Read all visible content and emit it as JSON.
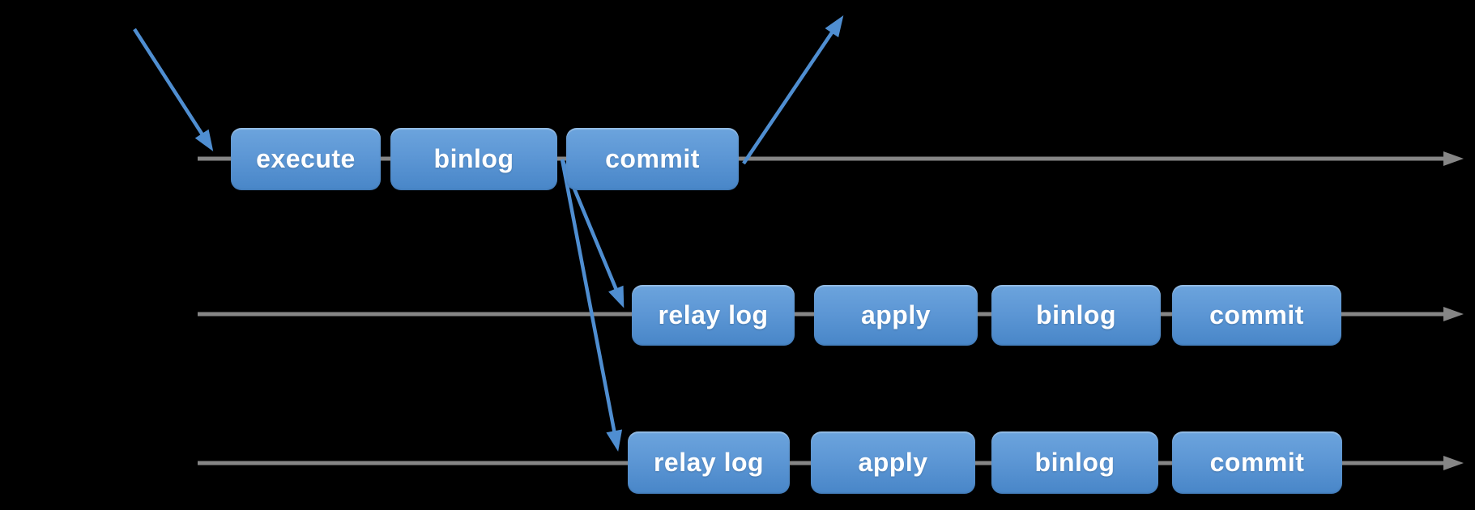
{
  "diagram": {
    "description": "Replication pipeline diagram with three horizontal timelines",
    "colors": {
      "background": "#000000",
      "box_gradient_top": "#6ca4dd",
      "box_gradient_bottom": "#4886c8",
      "box_text": "#ffffff",
      "timeline_gray": "#868686",
      "arrow_blue": "#4f8ed1"
    },
    "rows": [
      {
        "boxes": [
          {
            "label": "execute"
          },
          {
            "label": "binlog"
          },
          {
            "label": "commit"
          }
        ]
      },
      {
        "boxes": [
          {
            "label": "relay log"
          },
          {
            "label": "apply"
          },
          {
            "label": "binlog"
          },
          {
            "label": "commit"
          }
        ]
      },
      {
        "boxes": [
          {
            "label": "relay log"
          },
          {
            "label": "apply"
          },
          {
            "label": "binlog"
          },
          {
            "label": "commit"
          }
        ]
      }
    ],
    "arrows": [
      {
        "name": "incoming-request-arrow"
      },
      {
        "name": "commit-response-arrow"
      },
      {
        "name": "binlog-to-relay-log-arrow-middle"
      },
      {
        "name": "binlog-to-relay-log-arrow-bottom"
      }
    ]
  }
}
